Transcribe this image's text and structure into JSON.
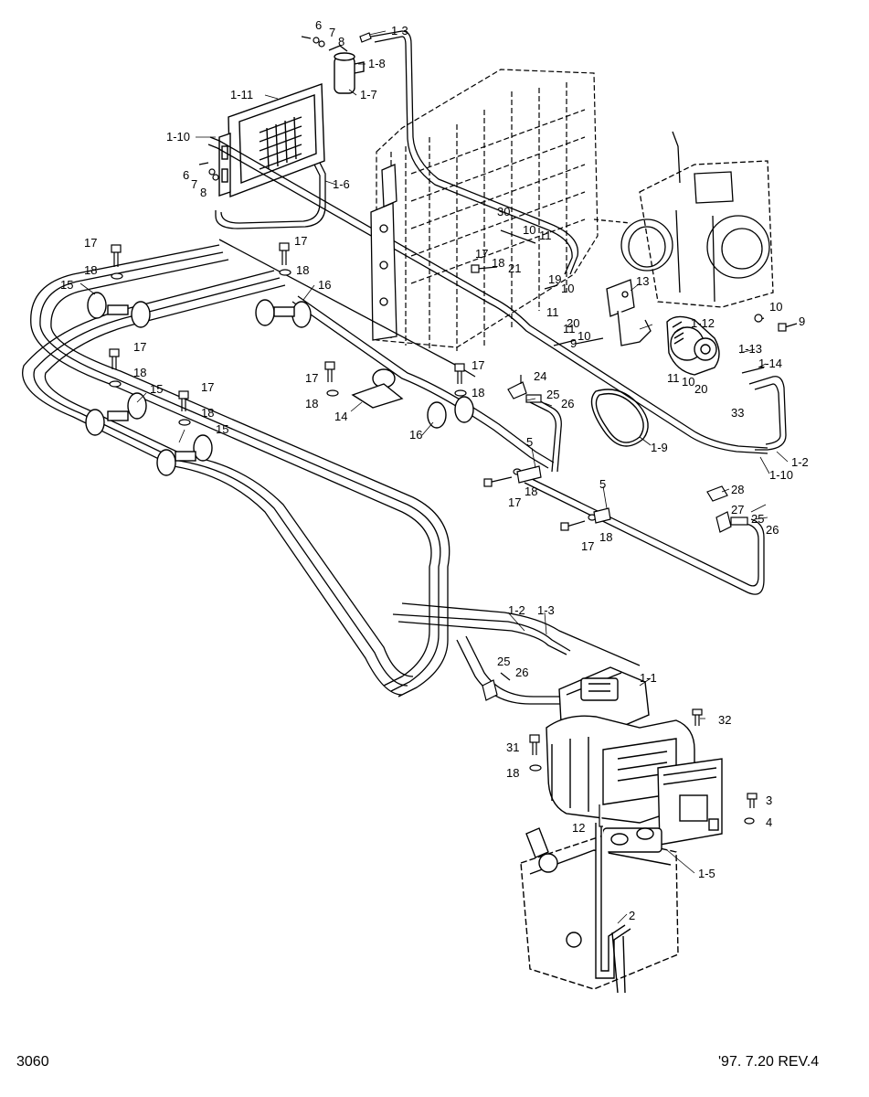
{
  "footer": {
    "page_number": "3060",
    "date_revision": "'97. 7.20  REV.4"
  },
  "callouts": [
    "1-1",
    "1-2",
    "1-3",
    "1-5",
    "1-6",
    "1-7",
    "1-8",
    "1-9",
    "1-10",
    "1-11",
    "1-12",
    "1-13",
    "1-14",
    "2",
    "3",
    "4",
    "5",
    "6",
    "7",
    "8",
    "9",
    "10",
    "11",
    "12",
    "13",
    "14",
    "15",
    "16",
    "17",
    "18",
    "19",
    "20",
    "21",
    "24",
    "25",
    "26",
    "27",
    "28",
    "30",
    "31",
    "32",
    "33"
  ],
  "labels": [
    {
      "id": "l1",
      "text": "6"
    },
    {
      "id": "l2",
      "text": "7"
    },
    {
      "id": "l3",
      "text": "8"
    },
    {
      "id": "l4",
      "text": "1-3"
    },
    {
      "id": "l5",
      "text": "1-8"
    },
    {
      "id": "l6",
      "text": "1-7"
    },
    {
      "id": "l7",
      "text": "1-11"
    },
    {
      "id": "l8",
      "text": "1-10"
    },
    {
      "id": "l9",
      "text": "6"
    },
    {
      "id": "l10",
      "text": "7"
    },
    {
      "id": "l11",
      "text": "8"
    },
    {
      "id": "l12",
      "text": "1-6"
    },
    {
      "id": "l13",
      "text": "30"
    },
    {
      "id": "l14",
      "text": "10"
    },
    {
      "id": "l15",
      "text": "11"
    },
    {
      "id": "l16",
      "text": "17"
    },
    {
      "id": "l17",
      "text": "17"
    },
    {
      "id": "l18",
      "text": "18"
    },
    {
      "id": "l19",
      "text": "18"
    },
    {
      "id": "l20",
      "text": "17"
    },
    {
      "id": "l21",
      "text": "18"
    },
    {
      "id": "l22",
      "text": "21"
    },
    {
      "id": "l23",
      "text": "13"
    },
    {
      "id": "l24",
      "text": "15"
    },
    {
      "id": "l25",
      "text": "16"
    },
    {
      "id": "l26",
      "text": "19"
    },
    {
      "id": "l27",
      "text": "10"
    },
    {
      "id": "l28",
      "text": "11"
    },
    {
      "id": "l29",
      "text": "20"
    },
    {
      "id": "l30",
      "text": "10"
    },
    {
      "id": "l31",
      "text": "9"
    },
    {
      "id": "l32",
      "text": "1-12"
    },
    {
      "id": "l33",
      "text": "9"
    },
    {
      "id": "l34",
      "text": "10"
    },
    {
      "id": "l35",
      "text": "11"
    },
    {
      "id": "l36",
      "text": "1-13"
    },
    {
      "id": "l37",
      "text": "1-14"
    },
    {
      "id": "l38",
      "text": "17"
    },
    {
      "id": "l39",
      "text": "18"
    },
    {
      "id": "l40",
      "text": "15"
    },
    {
      "id": "l41",
      "text": "17"
    },
    {
      "id": "l42",
      "text": "18"
    },
    {
      "id": "l43",
      "text": "17"
    },
    {
      "id": "l44",
      "text": "18"
    },
    {
      "id": "l45",
      "text": "14"
    },
    {
      "id": "l46",
      "text": "17"
    },
    {
      "id": "l47",
      "text": "18"
    },
    {
      "id": "l48",
      "text": "24"
    },
    {
      "id": "l49",
      "text": "25"
    },
    {
      "id": "l50",
      "text": "26"
    },
    {
      "id": "l51",
      "text": "11"
    },
    {
      "id": "l52",
      "text": "10"
    },
    {
      "id": "l53",
      "text": "20"
    },
    {
      "id": "l54",
      "text": "33"
    },
    {
      "id": "l55",
      "text": "16"
    },
    {
      "id": "l56",
      "text": "15"
    },
    {
      "id": "l57",
      "text": "1-9"
    },
    {
      "id": "l58",
      "text": "1-2"
    },
    {
      "id": "l59",
      "text": "1-10"
    },
    {
      "id": "l60",
      "text": "5"
    },
    {
      "id": "l61",
      "text": "17"
    },
    {
      "id": "l62",
      "text": "18"
    },
    {
      "id": "l63",
      "text": "5"
    },
    {
      "id": "l64",
      "text": "28"
    },
    {
      "id": "l65",
      "text": "27"
    },
    {
      "id": "l66",
      "text": "25"
    },
    {
      "id": "l67",
      "text": "26"
    },
    {
      "id": "l68",
      "text": "17"
    },
    {
      "id": "l69",
      "text": "18"
    },
    {
      "id": "l70",
      "text": "1-2"
    },
    {
      "id": "l71",
      "text": "1-3"
    },
    {
      "id": "l72",
      "text": "25"
    },
    {
      "id": "l73",
      "text": "26"
    },
    {
      "id": "l74",
      "text": "1-1"
    },
    {
      "id": "l75",
      "text": "32"
    },
    {
      "id": "l76",
      "text": "31"
    },
    {
      "id": "l77",
      "text": "18"
    },
    {
      "id": "l78",
      "text": "3"
    },
    {
      "id": "l79",
      "text": "4"
    },
    {
      "id": "l80",
      "text": "12"
    },
    {
      "id": "l81",
      "text": "1-5"
    },
    {
      "id": "l82",
      "text": "2"
    }
  ]
}
